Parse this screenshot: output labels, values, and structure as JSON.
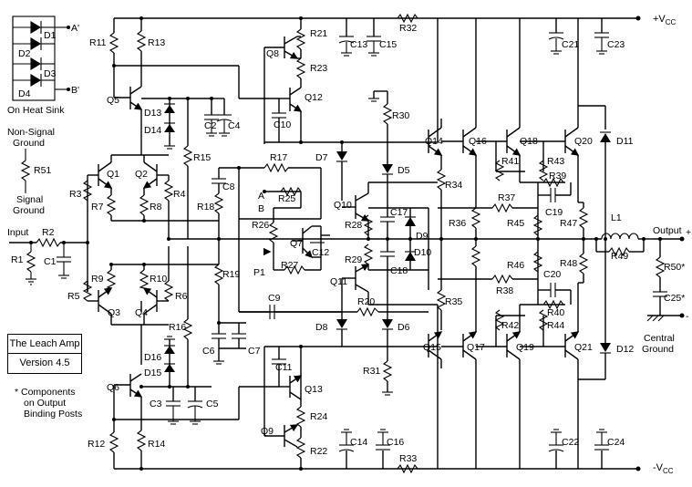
{
  "title_box": {
    "name": "The Leach Amp",
    "version": "Version 4.5"
  },
  "heatsink": {
    "diodes": [
      "D1",
      "D2",
      "D3",
      "D4"
    ],
    "outputs": [
      "A'",
      "B'"
    ],
    "caption": "On Heat Sink"
  },
  "grounds": {
    "non_signal": "Non-Signal Ground",
    "signal": "Signal Ground",
    "central": "Central Ground"
  },
  "rails": {
    "pos": "+V",
    "neg": "-V",
    "sub": "CC"
  },
  "io": {
    "input": "Input",
    "output": "Output",
    "plus": "+",
    "minus": "-"
  },
  "note": {
    "star": "* Components",
    "line2": "on Output",
    "line3": "Binding Posts"
  },
  "labels": {
    "R11": "R11",
    "R13": "R13",
    "Q8": "Q8",
    "R21": "R21",
    "R23": "R23",
    "R32": "R32",
    "C13": "C13",
    "C15": "C15",
    "C21": "C21",
    "C23": "C23",
    "Q5": "Q5",
    "Q12": "Q12",
    "D13": "D13",
    "D14": "D14",
    "C2": "C2",
    "C4": "C4",
    "C10": "C10",
    "R30": "R30",
    "Q14": "Q14",
    "Q16": "Q16",
    "Q18": "Q18",
    "Q20": "Q20",
    "D11": "D11",
    "R41": "R41",
    "R43": "R43",
    "R39": "R39",
    "C19": "C19",
    "R51": "R51",
    "Q1": "Q1",
    "Q2": "Q2",
    "R15": "R15",
    "D7": "D7",
    "R17": "R17",
    "D5": "D5",
    "R34": "R34",
    "R3": "R3",
    "R7": "R7",
    "R8": "R8",
    "R4": "R4",
    "R18": "R18",
    "C8": "C8",
    "A": "A",
    "R25": "R25",
    "B": "B",
    "Q10": "Q10",
    "C17": "C17",
    "R37": "R37",
    "R47": "R47",
    "L1": "L1",
    "R2": "R2",
    "R26": "R26",
    "R28": "R28",
    "D9": "D9",
    "R36": "R36",
    "R45": "R45",
    "R1": "R1",
    "C1": "C1",
    "Q7": "Q7",
    "C12": "C12",
    "D10": "D10",
    "R49": "R49",
    "R48": "R48",
    "P1": "P1",
    "R27": "R27",
    "R19": "R19",
    "R29": "R29",
    "R46": "R46",
    "R50": "R50*",
    "C18": "C18",
    "C20": "C20",
    "R9": "R9",
    "R10": "R10",
    "Q11": "Q11",
    "R38": "R38",
    "R5": "R5",
    "Q3": "Q3",
    "Q4": "Q4",
    "R6": "R6",
    "C9": "C9",
    "R35": "R35",
    "R40": "R40",
    "C25": "C25*",
    "R20": "R20",
    "D8": "D8",
    "D6": "D6",
    "R16": "R16",
    "R42": "R42",
    "R44": "R44",
    "C6": "C6",
    "C7": "C7",
    "D16": "D16",
    "D15": "D15",
    "Q15": "Q15",
    "Q17": "Q17",
    "Q19": "Q19",
    "Q21": "Q21",
    "D12": "D12",
    "C11": "C11",
    "Q6": "Q6",
    "R31": "R31",
    "Q13": "Q13",
    "C3": "C3",
    "C5": "C5",
    "R24": "R24",
    "Q9": "Q9",
    "C14": "C14",
    "C16": "C16",
    "C22": "C22",
    "C24": "C24",
    "R12": "R12",
    "R14": "R14",
    "R22": "R22",
    "R33": "R33"
  }
}
